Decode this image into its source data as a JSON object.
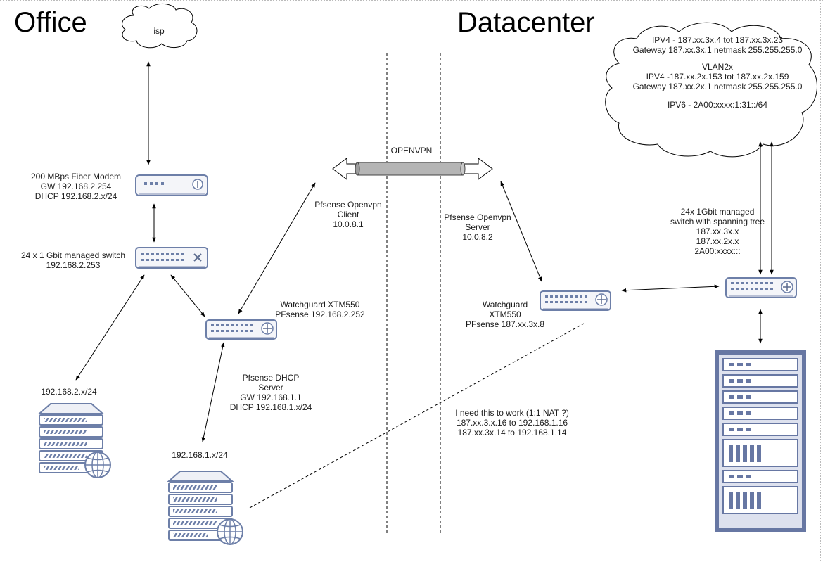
{
  "titles": {
    "office": "Office",
    "datacenter": "Datacenter"
  },
  "isp_label": "isp",
  "modem": {
    "line1": "200 MBps Fiber Modem",
    "line2": "GW 192.168.2.254",
    "line3": "DHCP 192.168.2.x/24"
  },
  "office_switch": {
    "line1": "24 x 1 Gbit managed switch",
    "line2": "192.168.2.253"
  },
  "office_watchguard": {
    "line1": "Watchguard XTM550",
    "line2": "PFsense 192.168.2.252"
  },
  "openvpn_client": {
    "line1": "Pfsense Openvpn",
    "line2": "Client",
    "line3": "10.0.8.1"
  },
  "openvpn_label": "OPENVPN",
  "openvpn_server": {
    "line1": "Pfsense Openvpn",
    "line2": "Server",
    "line3": "10.0.8.2"
  },
  "dhcp_server": {
    "line1": "Pfsense DHCP",
    "line2": "Server",
    "line3": "GW 192.168.1.1",
    "line4": "DHCP 192.168.1.x/24"
  },
  "lan2_label": "192.168.2.x/24",
  "lan1_label": "192.168.1.x/24",
  "dc_watchguard": {
    "line1": "Watchguard",
    "line2": "XTM550",
    "line3": "PFsense 187.xx.3x.8"
  },
  "dc_switch": {
    "line1": "24x 1Gbit managed",
    "line2": "switch with spanning tree",
    "line3": "187.xx.3x.x",
    "line4": "187.xx.2x.x",
    "line5": "2A00:xxxx:::"
  },
  "dc_cloud": {
    "line1": "IPV4 - 187.xx.3x.4 tot 187.xx.3x.23",
    "line2": "Gateway 187.xx.3x.1 netmask 255.255.255.0",
    "line3": "VLAN2x",
    "line4": "IPV4 -187.xx.2x.153 tot 187.xx.2x.159",
    "line5": "Gateway 187.xx.2x.1 netmask 255.255.255.0",
    "line6": "IPV6 - 2A00:xxxx:1:31::/64"
  },
  "nat_note": {
    "line1": "I need this to work (1:1 NAT ?)",
    "line2": "187.xx.3.x.16 to 192.168.1.16",
    "line3": "187.xx.3x.14 to 192.168.1.14"
  },
  "colors": {
    "device_fill": "#e8ebf4",
    "device_stroke": "#6d7fa8",
    "device_dark": "#5d6c8f",
    "server_rack": "#6777a3",
    "line": "#000000",
    "tunnel": "#b5b5b5"
  }
}
